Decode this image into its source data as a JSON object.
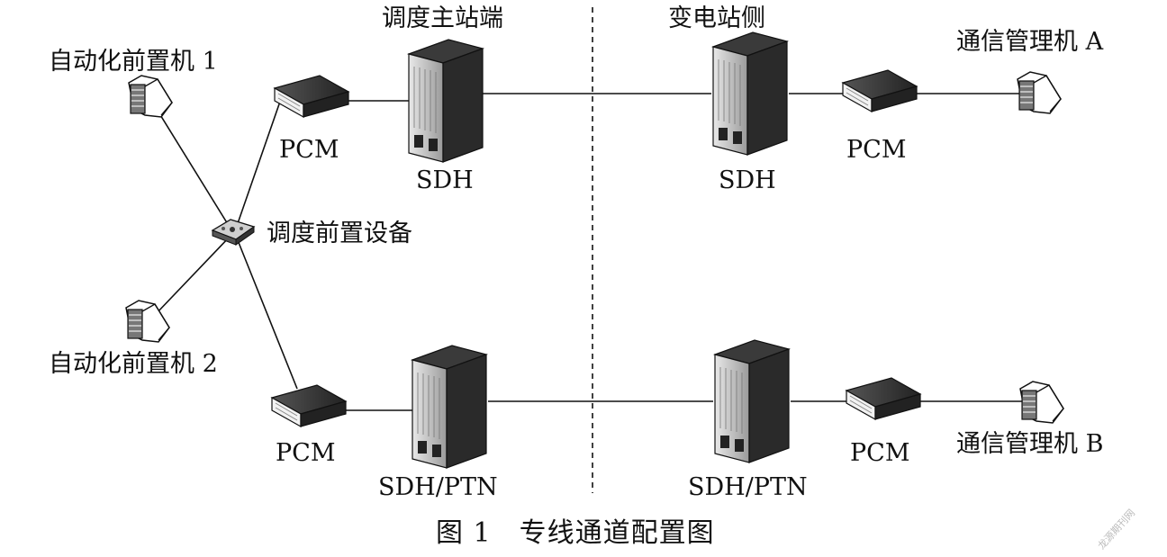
{
  "header": {
    "master_station": "调度主站端",
    "substation": "变电站侧"
  },
  "nodes": {
    "front_end_1": "自动化前置机 1",
    "front_end_2": "自动化前置机 2",
    "dispatch_frontend": "调度前置设备",
    "pcm_top_left": "PCM",
    "pcm_bottom_left": "PCM",
    "pcm_top_right": "PCM",
    "pcm_bottom_right": "PCM",
    "sdh_master": "SDH",
    "sdh_substation": "SDH",
    "sdhptn_master": "SDH/PTN",
    "sdhptn_substation": "SDH/PTN",
    "comm_manager_a": "通信管理机 A",
    "comm_manager_b": "通信管理机 B"
  },
  "caption": "图 1　专线通道配置图",
  "watermark": "龙源期刊网",
  "icons": [
    "server-icon",
    "pcm-icon",
    "sdh-cabinet-icon",
    "switch-icon"
  ]
}
